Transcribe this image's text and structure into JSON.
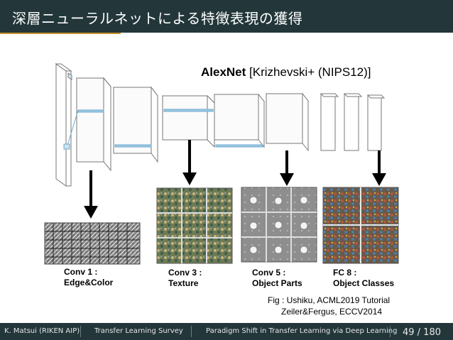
{
  "slide": {
    "title": "深層ニューラルネットによる特徴表現の獲得",
    "accent_color": "#c8962e",
    "bar_color": "#23373b"
  },
  "figure": {
    "network_name": "AlexNet",
    "citation": "[Krizhevski+ (NIPS12)]",
    "layers": [
      {
        "name": "Conv 1 :",
        "desc": "Edge&Color"
      },
      {
        "name": "Conv 3 :",
        "desc": "Texture"
      },
      {
        "name": "Conv 5 :",
        "desc": "Object Parts"
      },
      {
        "name": "FC 8 :",
        "desc": "Object Classes"
      }
    ],
    "caption_line1": "Fig : Ushiku, ACML2019 Tutorial",
    "caption_line2": "Zeiler&Fergus, ECCV2014"
  },
  "footer": {
    "author": "K. Matsui (RIKEN AIP)",
    "survey": "Transfer Learning Survey",
    "section": "Paradigm Shift in Transfer Learning via Deep Learning",
    "page": "49 / 180"
  }
}
